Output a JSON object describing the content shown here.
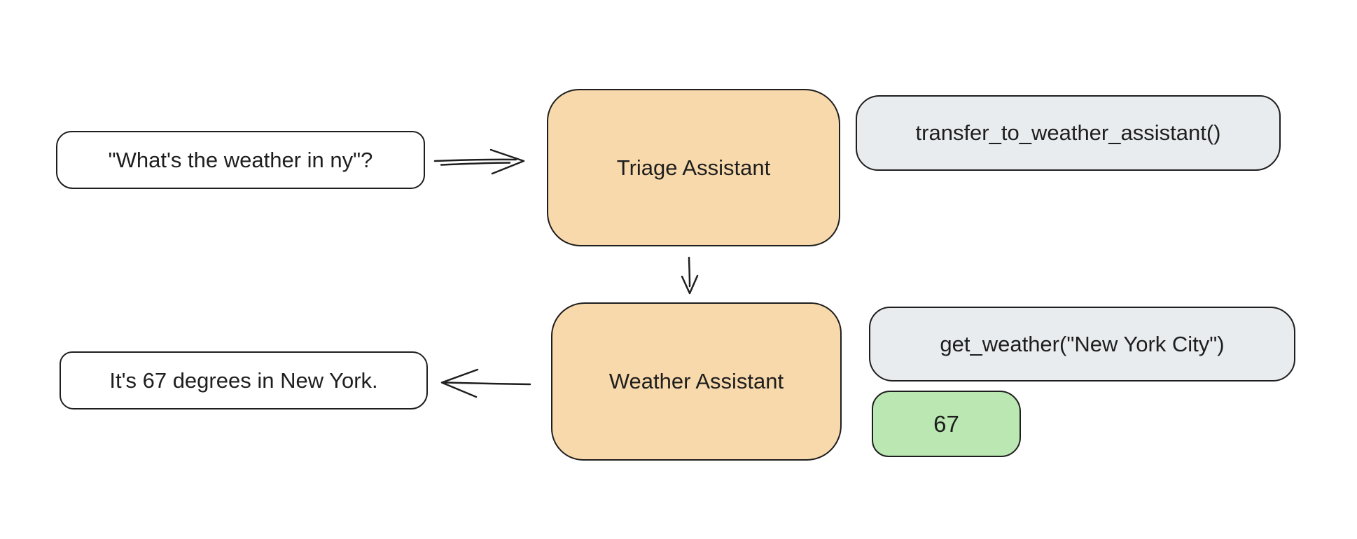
{
  "diagram": {
    "colors": {
      "background": "#ffffff",
      "stroke": "#1e1e1e",
      "agent_fill": "#f8d9ab",
      "tool_fill": "#e9ecef",
      "result_fill": "#bbe8b2",
      "message_fill": "#ffffff"
    },
    "nodes": {
      "user_message": {
        "label": "\"What's the weather in ny\"?",
        "type": "message"
      },
      "triage_agent": {
        "label": "Triage Assistant",
        "type": "agent"
      },
      "transfer_tool_call": {
        "label": "transfer_to_weather_assistant()",
        "type": "tool-call"
      },
      "weather_agent": {
        "label": "Weather Assistant",
        "type": "agent"
      },
      "get_weather_tool_call": {
        "label": "get_weather(\"New York City\")",
        "type": "tool-call"
      },
      "tool_result": {
        "label": "67",
        "type": "result"
      },
      "assistant_reply": {
        "label": "It's 67 degrees in New York.",
        "type": "message"
      }
    },
    "edges": [
      {
        "id": "user-to-triage",
        "from": "user_message",
        "to": "triage_agent",
        "direction": "right"
      },
      {
        "id": "triage-to-weather",
        "from": "triage_agent",
        "to": "weather_agent",
        "direction": "down"
      },
      {
        "id": "weather-to-reply",
        "from": "weather_agent",
        "to": "assistant_reply",
        "direction": "left"
      }
    ]
  }
}
